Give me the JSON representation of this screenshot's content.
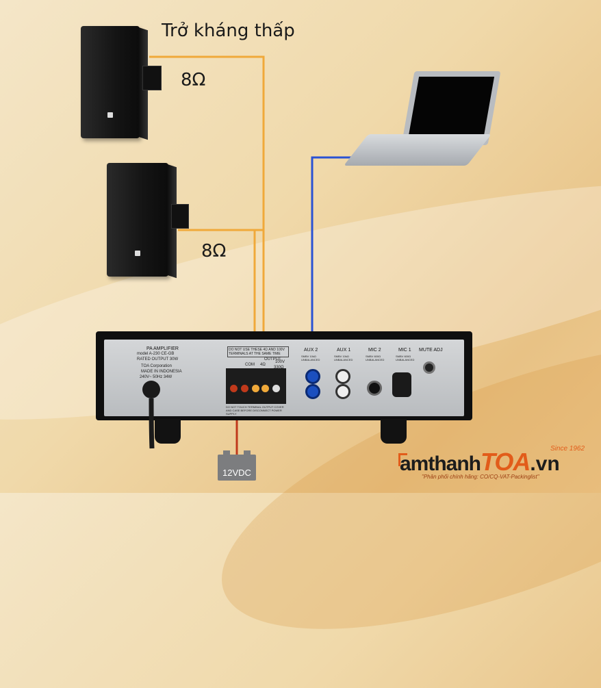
{
  "diagram": {
    "title": "Trở kháng thấp",
    "speaker_top_impedance": "8Ω",
    "speaker_bottom_impedance": "8Ω",
    "power_source_label": "12VDC"
  },
  "amplifier": {
    "panel_title": "PA AMPLIFIER",
    "model": "model A-230 CE-GB",
    "rated_output": "RATED OUTPUT 30W",
    "maker": "TOA Corporation",
    "origin": "MADE IN INDONESIA",
    "power_spec": "240V~ 50Hz 34W",
    "output_warning": "DO NOT USE THESE 4Ω AND 100V TERMINALS AT THE SAME TIME",
    "output_label": "OUTPUT",
    "com_label": "COM",
    "ohm_label": "4Ω",
    "v100_label": "100V",
    "ohm330_label": "330Ω",
    "bottom_warning": "DO NOT TOUCH TERMINAL OUTPUT COVER AND CASE BEFORE DISCONNECT POWER SUPPLY",
    "inputs": [
      {
        "label": "AUX 2",
        "sub": "SMBV 10kΩ UNBALANCED"
      },
      {
        "label": "AUX 1",
        "sub": "SMBV 10kΩ UNBALANCED"
      },
      {
        "label": "MIC 2",
        "sub": "SMBV 600Ω UNBALANCED"
      },
      {
        "label": "MIC 1",
        "sub": "SMBV 600Ω UNBALANCED"
      },
      {
        "label": "MUTE ADJ",
        "sub": ""
      }
    ]
  },
  "brand": {
    "name_part1": "amthanh",
    "name_part2": "TOA",
    "name_part3": ".vn",
    "since": "Since 1962",
    "tagline": "\"Phân phối chính hãng: CO/CQ-VAT-Packinglist\""
  },
  "colors": {
    "speaker_wire": "#f0a93a",
    "signal_wire": "#2a52d4",
    "power_wire": "#c0391b",
    "brand_accent": "#e25c1a"
  }
}
